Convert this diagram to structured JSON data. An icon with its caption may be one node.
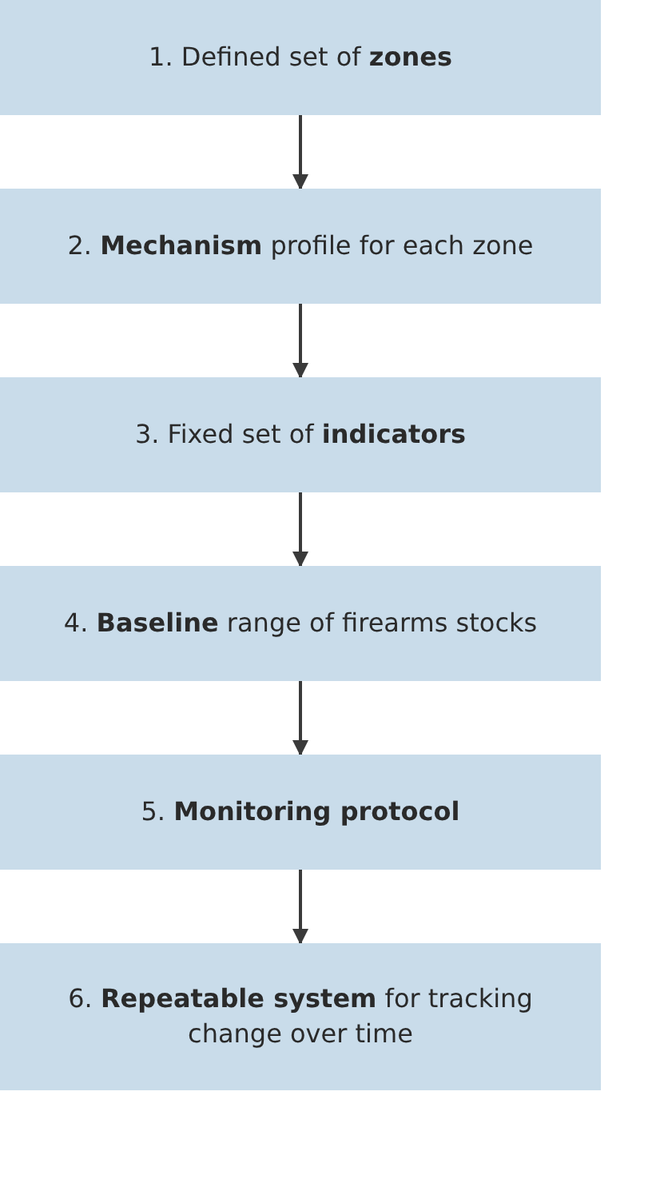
{
  "diagram": {
    "nodes": [
      {
        "text": [
          "1. Defined set of **zones**"
        ]
      },
      {
        "text": [
          "2. **Mechanism** profile for each zone"
        ]
      },
      {
        "text": [
          "3. Fixed set of **indicators**"
        ]
      },
      {
        "text": [
          "4. **Baseline** range of firearms stocks"
        ]
      },
      {
        "text": [
          "5. **Monitoring protocol**"
        ]
      },
      {
        "text": [
          "6. **Repeatable system** for tracking change over time"
        ]
      }
    ],
    "edges": [
      {
        "from": 0,
        "to": 1,
        "arrow": "to"
      },
      {
        "from": 1,
        "to": 2,
        "arrow": "to"
      },
      {
        "from": 2,
        "to": 3,
        "arrow": "to"
      },
      {
        "from": 3,
        "to": 4,
        "arrow": "to"
      },
      {
        "from": 4,
        "to": 5,
        "arrow": "to"
      }
    ]
  }
}
